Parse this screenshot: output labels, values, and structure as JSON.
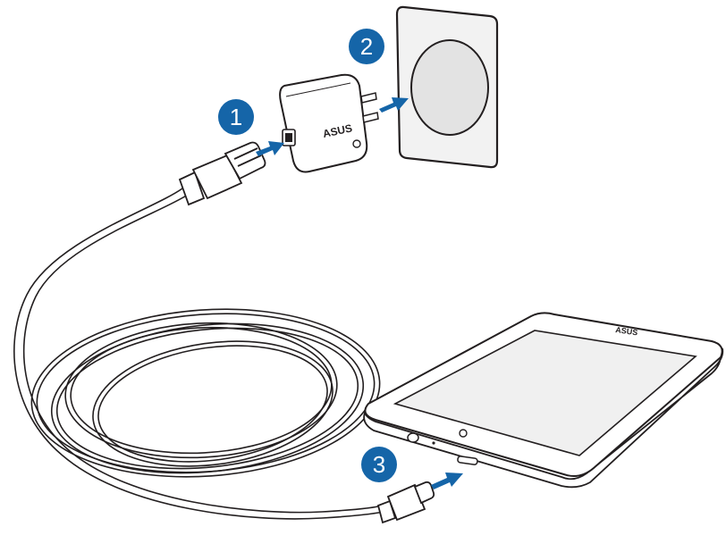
{
  "steps": [
    {
      "number": "1"
    },
    {
      "number": "2"
    },
    {
      "number": "3"
    }
  ],
  "adapter": {
    "logo": "ASUS"
  },
  "tablet": {
    "logo": "ASUS"
  },
  "colors": {
    "step_badge": "#1565a8",
    "arrow": "#1565a8",
    "outline": "#231f20",
    "wall_plate": "#f2f2f2",
    "socket": "#e3e3e3",
    "screen": "#f0f0f0",
    "background": "#ffffff"
  }
}
